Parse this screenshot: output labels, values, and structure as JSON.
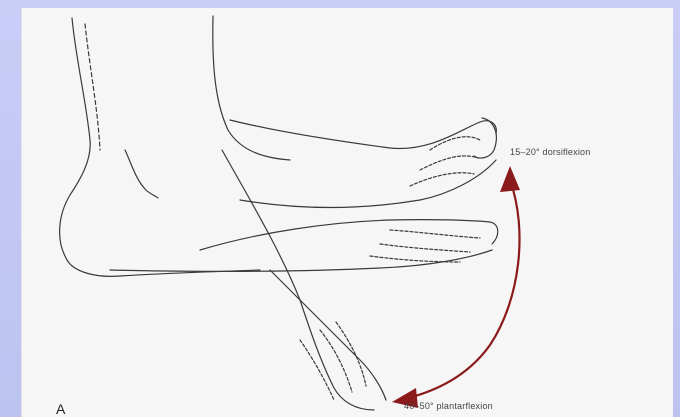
{
  "figure": {
    "panel_letter": "A",
    "labels": {
      "dorsiflexion": "15–20° dorsiflexion",
      "plantarflexion": "40–50° plantarflexion"
    },
    "colors": {
      "background": "#c2c8f2",
      "panel": "#f6f6f6",
      "line_art": "#3a3a3a",
      "arrow": "#8b1a1a"
    }
  }
}
